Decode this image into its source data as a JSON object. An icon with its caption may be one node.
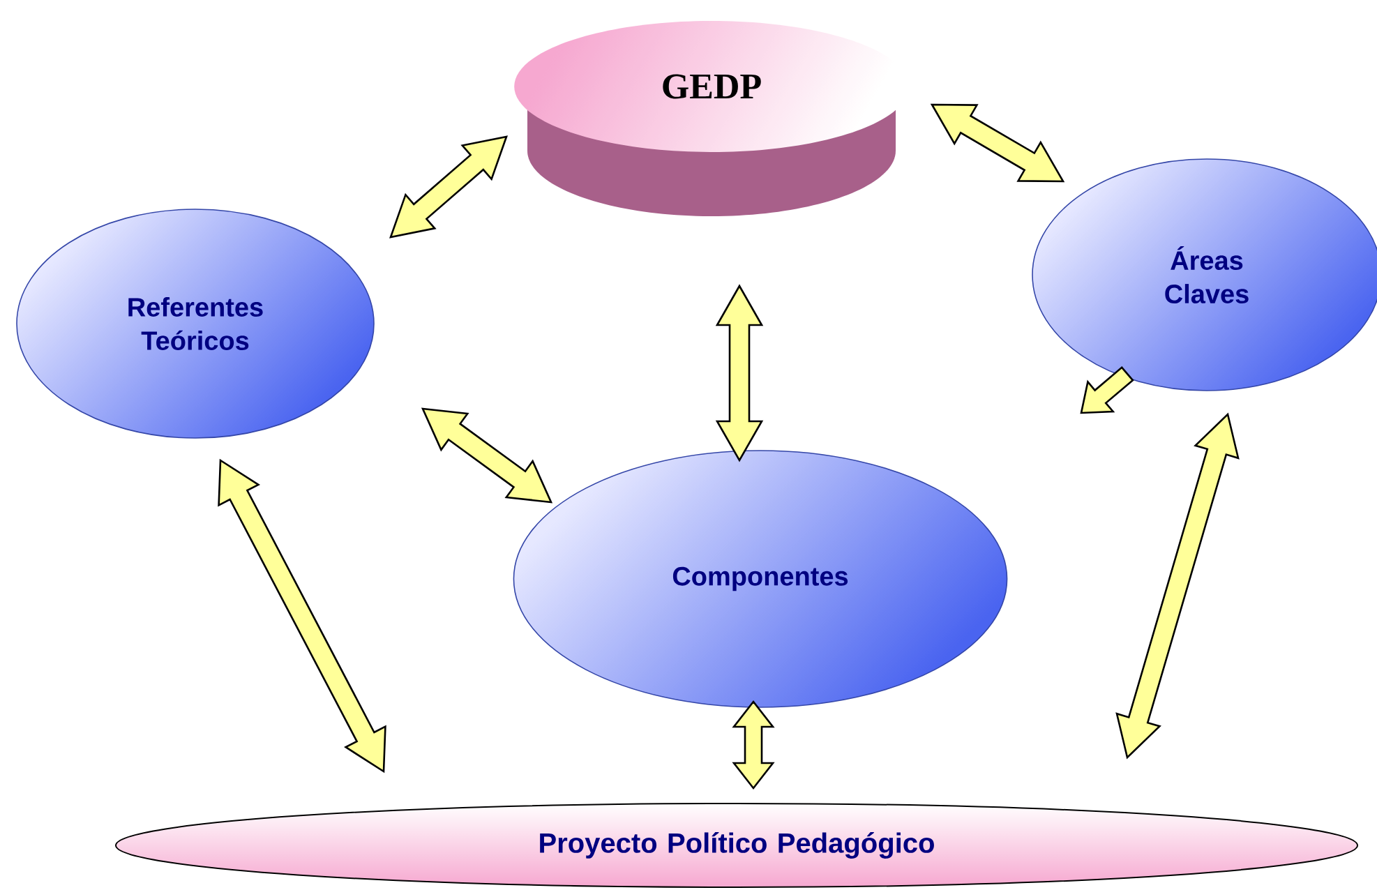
{
  "diagram": {
    "nodes": [
      {
        "text": [
          "GEDP"
        ]
      },
      {
        "text": [
          "Referentes Teóricos"
        ]
      },
      {
        "text": [
          "Áreas Claves"
        ]
      },
      {
        "text": [
          "Componentes"
        ]
      },
      {
        "text": [
          "Proyecto Político Pedagógico"
        ]
      }
    ],
    "edges": [
      {
        "from": 0,
        "to": 1,
        "arrow": "both"
      },
      {
        "from": 0,
        "to": 2,
        "arrow": "both"
      },
      {
        "from": 0,
        "to": 3,
        "arrow": "both"
      },
      {
        "from": 1,
        "to": 3,
        "arrow": "both"
      },
      {
        "from": 1,
        "to": 4,
        "arrow": "both"
      },
      {
        "from": 3,
        "to": 4,
        "arrow": "both"
      },
      {
        "from": 2,
        "to": 4,
        "arrow": "both"
      },
      {
        "from": 2,
        "to": null,
        "arrow": "to"
      }
    ]
  }
}
